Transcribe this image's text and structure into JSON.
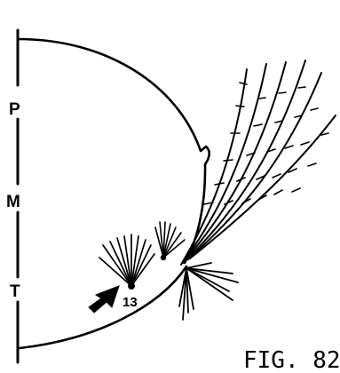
{
  "figure": {
    "caption": "FIG. 82",
    "axis_labels": {
      "posterior": "P",
      "middle": "M",
      "terminal": "T"
    },
    "marker_number": "13",
    "ink_color": "#000000",
    "background": "#ffffff",
    "icons": [
      "arrow-icon",
      "bristle-cluster-icon",
      "large-bristle-fan-icon"
    ]
  }
}
